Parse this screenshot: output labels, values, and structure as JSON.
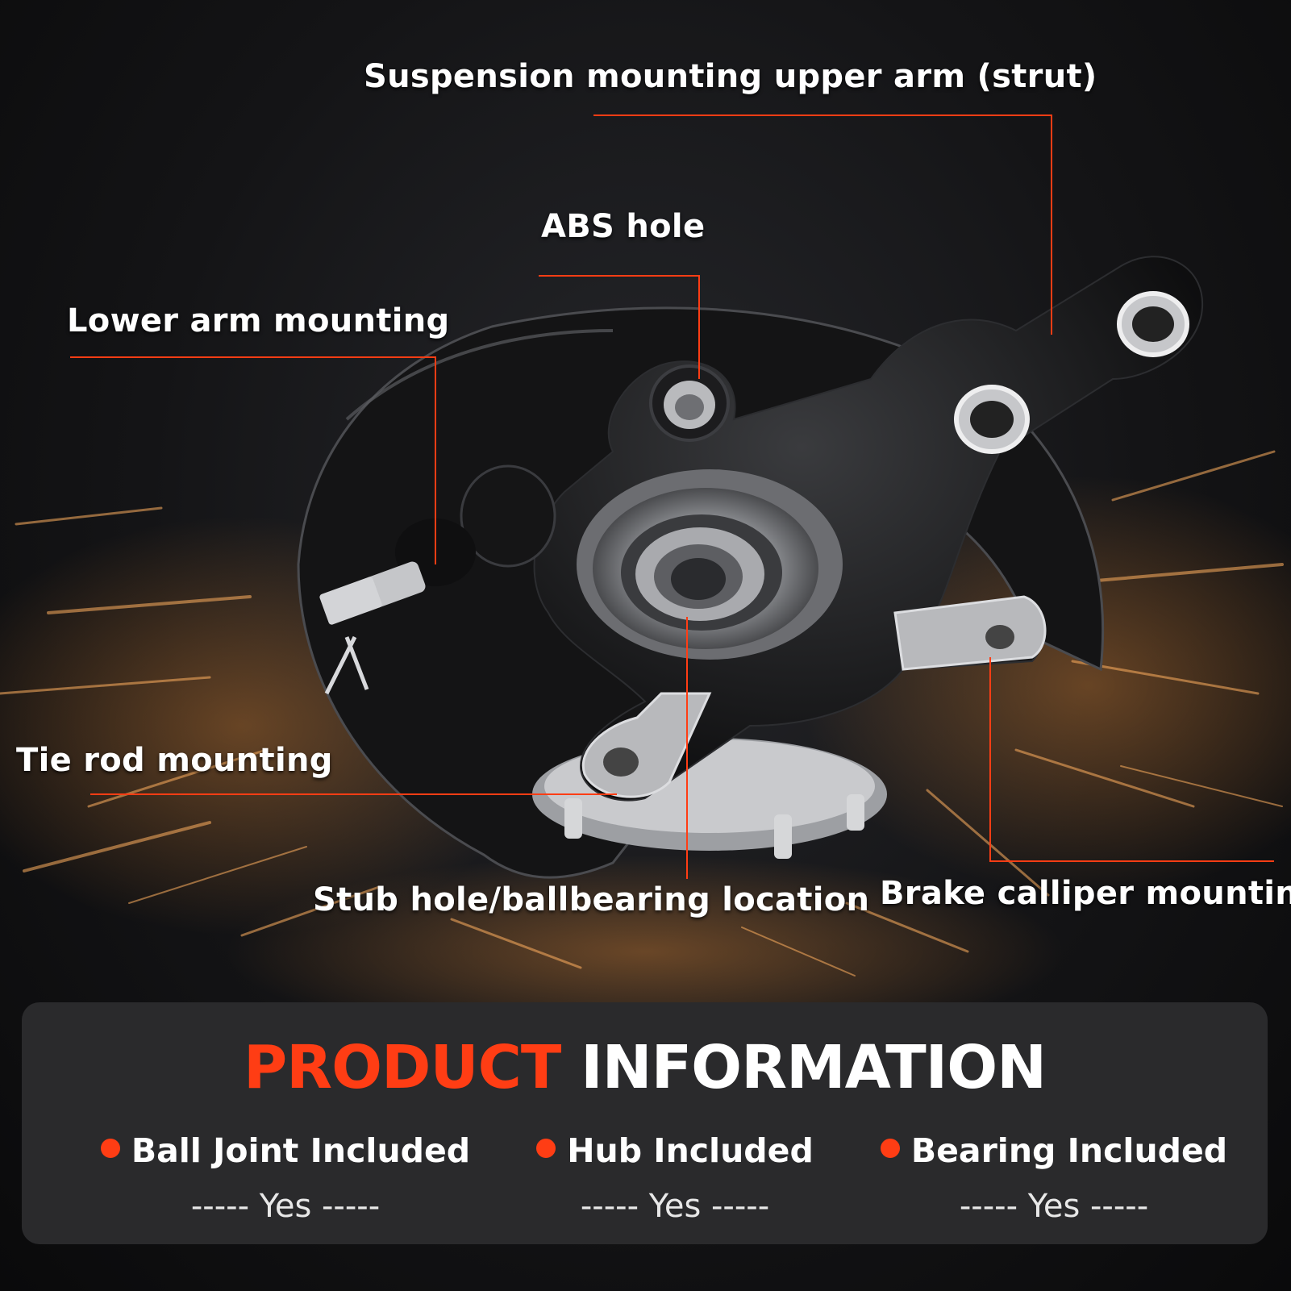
{
  "callouts": {
    "strut": "Suspension mounting upper arm (strut)",
    "abs": "ABS hole",
    "lower_arm": "Lower arm mounting",
    "tie_rod": "Tie rod mounting",
    "stub": "Stub hole/ballbearing location",
    "brake": "Brake calliper mounting"
  },
  "panel": {
    "title_accent": "PRODUCT",
    "title_rest": "INFORMATION",
    "features": [
      {
        "label": "Ball Joint Included",
        "value": "----- Yes -----"
      },
      {
        "label": "Hub Included",
        "value": "----- Yes -----"
      },
      {
        "label": "Bearing Included",
        "value": "----- Yes -----"
      }
    ]
  },
  "colors": {
    "accent": "#ff3d14",
    "panel_bg": "#2a2a2c",
    "text": "#ffffff"
  }
}
